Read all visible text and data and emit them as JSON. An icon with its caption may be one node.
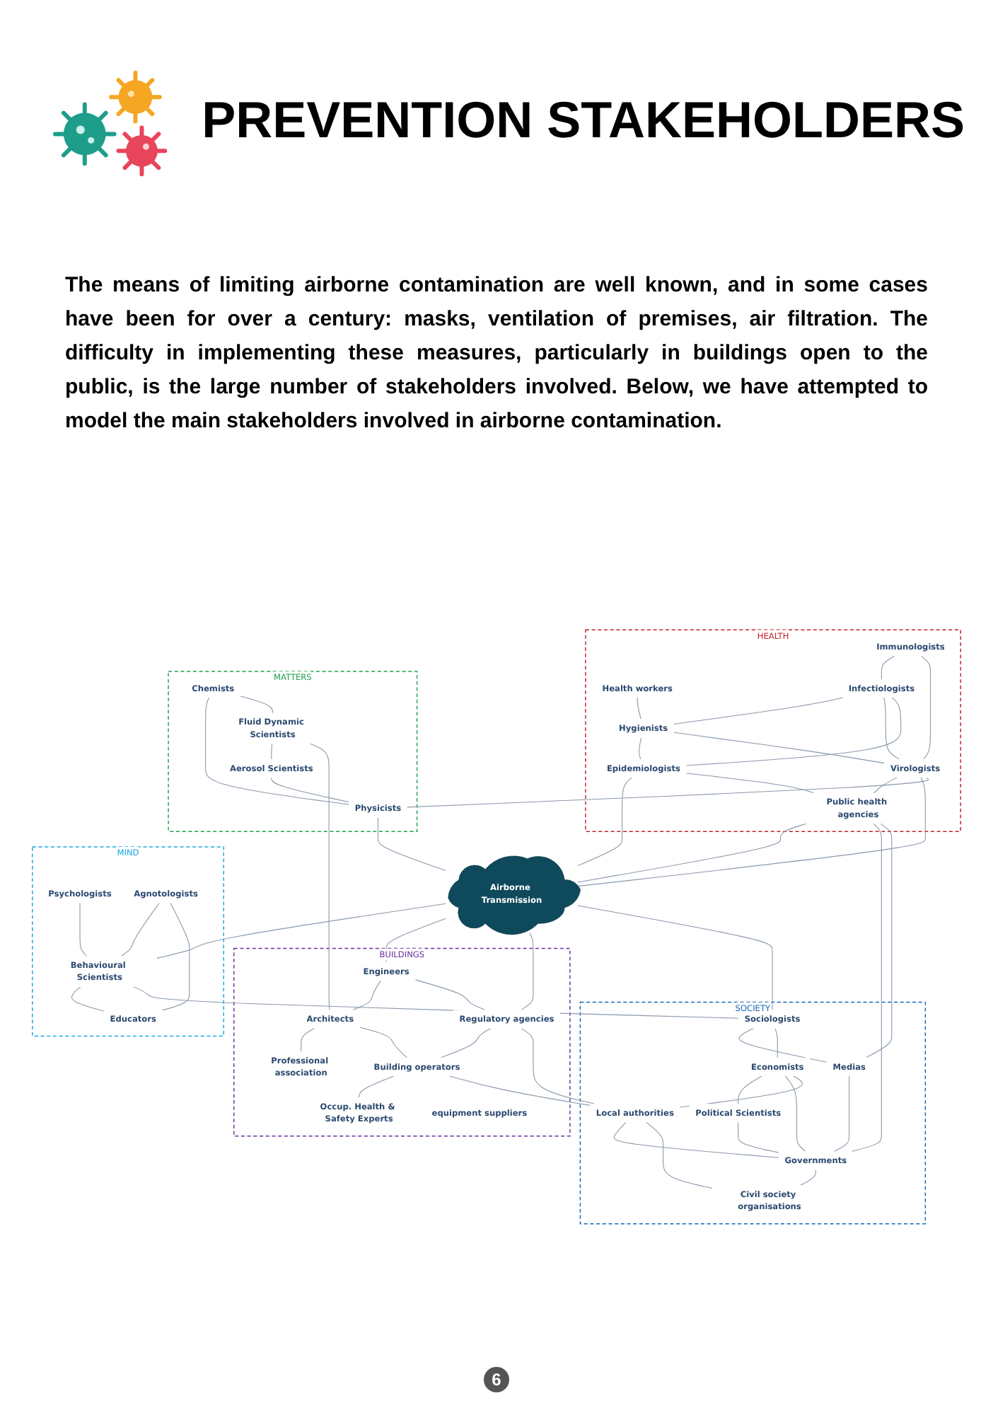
{
  "diagram": {
    "title": "PREVENTION STAKEHOLDERS",
    "nodes": [
      {
        "text": [
          "HEALTH"
        ]
      },
      {
        "text": [
          "Immunologists"
        ],
        "in": 0
      },
      {
        "text": [
          "Health workers"
        ],
        "in": 0
      },
      {
        "text": [
          "Infectiologists"
        ],
        "in": 0
      },
      {
        "text": [
          "Hygienists"
        ],
        "in": 0
      },
      {
        "text": [
          "Epidemiologists"
        ],
        "in": 0
      },
      {
        "text": [
          "Virologists"
        ],
        "in": 0
      },
      {
        "text": [
          "Public health agencies"
        ],
        "in": 0
      },
      {
        "text": [
          "MATTERS"
        ]
      },
      {
        "text": [
          "Chemists"
        ],
        "in": 8
      },
      {
        "text": [
          "Physicists"
        ],
        "in": 8
      },
      {
        "text": [
          "Aerosol Scientists"
        ],
        "in": 8
      },
      {
        "text": [
          "Fluid Dynamic Scientists"
        ],
        "in": 8
      },
      {
        "text": [
          "Airborne Transmission"
        ]
      },
      {
        "text": [
          "MIND"
        ]
      },
      {
        "text": [
          "Psychologists"
        ],
        "in": 14
      },
      {
        "text": [
          "Agnotologists"
        ],
        "in": 14
      },
      {
        "text": [
          "Behavioural Scientists"
        ],
        "in": 14
      },
      {
        "text": [
          "Educators"
        ],
        "in": 14
      },
      {
        "text": [
          "BUILDINGS"
        ]
      },
      {
        "text": [
          "Engineers"
        ],
        "in": 19
      },
      {
        "text": [
          "Regulatory agencies"
        ],
        "in": 19
      },
      {
        "text": [
          "Architects"
        ],
        "in": 19
      },
      {
        "text": [
          "Building operators"
        ],
        "in": 19
      },
      {
        "text": [
          "Professional association"
        ],
        "in": 19
      },
      {
        "text": [
          "Occup. Health & Safety Experts"
        ],
        "in": 19
      },
      {
        "text": [
          "equipment suppliers"
        ],
        "in": 19
      },
      {
        "text": [
          "SOCIETY"
        ]
      },
      {
        "text": [
          "Sociologists"
        ],
        "in": 27
      },
      {
        "text": [
          "Medias"
        ],
        "in": 27
      },
      {
        "text": [
          "Economists"
        ],
        "in": 27
      },
      {
        "text": [
          "Political Scientists"
        ],
        "in": 27
      },
      {
        "text": [
          "Governments"
        ],
        "in": 27
      },
      {
        "text": [
          "Local authorities"
        ],
        "in": 27
      },
      {
        "text": [
          "Civil society organisations"
        ],
        "in": 27
      }
    ],
    "edges": [
      {
        "from": 1,
        "to": 3,
        "arrow": "none"
      },
      {
        "from": 1,
        "to": 6,
        "arrow": "none"
      },
      {
        "from": 2,
        "to": 4,
        "arrow": "none"
      },
      {
        "from": 3,
        "to": 4,
        "arrow": "none"
      },
      {
        "from": 3,
        "to": 6,
        "arrow": "none"
      },
      {
        "from": 3,
        "to": 5,
        "arrow": "none"
      },
      {
        "from": 4,
        "to": 5,
        "arrow": "none"
      },
      {
        "from": 4,
        "to": 6,
        "arrow": "none"
      },
      {
        "from": 5,
        "to": 13,
        "arrow": "none"
      },
      {
        "from": 5,
        "to": 7,
        "arrow": "none"
      },
      {
        "from": 6,
        "to": 7,
        "arrow": "none"
      },
      {
        "from": 6,
        "to": 13,
        "arrow": "none"
      },
      {
        "from": 6,
        "to": 10,
        "arrow": "none"
      },
      {
        "from": 7,
        "to": 13,
        "arrow": "none"
      },
      {
        "from": 7,
        "to": 32,
        "arrow": "none"
      },
      {
        "from": 7,
        "to": 29,
        "arrow": "none"
      },
      {
        "from": 9,
        "to": 10,
        "arrow": "none"
      },
      {
        "from": 9,
        "to": 12,
        "arrow": "none"
      },
      {
        "from": 10,
        "to": 13,
        "arrow": "none"
      },
      {
        "from": 11,
        "to": 10,
        "arrow": "none"
      },
      {
        "from": 12,
        "to": 11,
        "arrow": "none"
      },
      {
        "from": 12,
        "to": 22,
        "arrow": "none"
      },
      {
        "from": 13,
        "to": 20,
        "arrow": "none"
      },
      {
        "from": 13,
        "to": 21,
        "arrow": "none"
      },
      {
        "from": 13,
        "to": 17,
        "arrow": "none"
      },
      {
        "from": 13,
        "to": 28,
        "arrow": "none"
      },
      {
        "from": 15,
        "to": 17,
        "arrow": "none"
      },
      {
        "from": 16,
        "to": 17,
        "arrow": "none"
      },
      {
        "from": 16,
        "to": 18,
        "arrow": "none"
      },
      {
        "from": 17,
        "to": 18,
        "arrow": "none"
      },
      {
        "from": 17,
        "to": 28,
        "arrow": "none"
      },
      {
        "from": 28,
        "to": 29,
        "arrow": "none"
      },
      {
        "from": 28,
        "to": 30,
        "arrow": "none"
      },
      {
        "from": 29,
        "to": 32,
        "arrow": "none"
      },
      {
        "from": 30,
        "to": 31,
        "arrow": "none"
      },
      {
        "from": 31,
        "to": 32,
        "arrow": "none"
      },
      {
        "from": 30,
        "to": 32,
        "arrow": "none"
      },
      {
        "from": 30,
        "to": 33,
        "arrow": "none"
      },
      {
        "from": 33,
        "to": 32,
        "arrow": "none"
      },
      {
        "from": 33,
        "to": 34,
        "arrow": "none"
      },
      {
        "from": 32,
        "to": 34,
        "arrow": "none"
      },
      {
        "from": 20,
        "to": 22,
        "arrow": "none"
      },
      {
        "from": 20,
        "to": 21,
        "arrow": "none"
      },
      {
        "from": 21,
        "to": 23,
        "arrow": "none"
      },
      {
        "from": 22,
        "to": 24,
        "arrow": "none"
      },
      {
        "from": 22,
        "to": 23,
        "arrow": "none"
      },
      {
        "from": 23,
        "to": 25,
        "arrow": "none"
      },
      {
        "from": 23,
        "to": 33,
        "arrow": "none"
      },
      {
        "from": 21,
        "to": 33,
        "arrow": "none"
      }
    ],
    "labels": [
      "The means of limiting airborne contamination are well known, and in some cases have been for over a century: masks, ventilation of premises, air filtration. The difficulty in implementing these measures, particularly in buildings open to the public, is the large number of stakeholders involved. Below, we have attempted to model the main stakeholders involved in airborne contamination.",
      "6"
    ]
  }
}
